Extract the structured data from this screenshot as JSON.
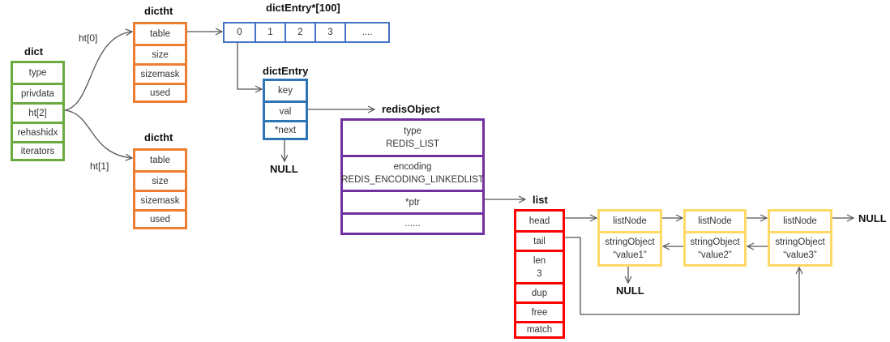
{
  "dict": {
    "title": "dict",
    "fields": [
      "type",
      "privdata",
      "ht[2]",
      "rehashidx",
      "iterators"
    ],
    "color": "#6aaa3f"
  },
  "ht_labels": {
    "ht0": "ht[0]",
    "ht1": "ht[1]"
  },
  "dictht0": {
    "title": "dictht",
    "fields": [
      "table",
      "size",
      "sizemask",
      "used"
    ],
    "color": "#ed7d31"
  },
  "dictht1": {
    "title": "dictht",
    "fields": [
      "table",
      "size",
      "sizemask",
      "used"
    ],
    "color": "#ed7d31"
  },
  "entry_array": {
    "title": "dictEntry*[100]",
    "cells": [
      "0",
      "1",
      "2",
      "3",
      "...."
    ],
    "color": "#4472c4"
  },
  "dict_entry": {
    "title": "dictEntry",
    "fields": [
      "key",
      "val",
      "*next"
    ],
    "next_target": "NULL",
    "color": "#2e75b6"
  },
  "redis_object": {
    "title": "redisObject",
    "fields": [
      {
        "line1": "type",
        "line2": "REDIS_LIST"
      },
      {
        "line1": "encoding",
        "line2": "REDIS_ENCODING_LINKEDLIST"
      },
      {
        "line1": "*ptr",
        "line2": ""
      },
      {
        "line1": "......",
        "line2": ""
      }
    ],
    "color": "#7030a0"
  },
  "list": {
    "title": "list",
    "fields": [
      {
        "line1": "head",
        "line2": ""
      },
      {
        "line1": "tail",
        "line2": ""
      },
      {
        "line1": "len",
        "line2": "3"
      },
      {
        "line1": "dup",
        "line2": ""
      },
      {
        "line1": "free",
        "line2": ""
      },
      {
        "line1": "match",
        "line2": ""
      }
    ],
    "color": "#ff0000"
  },
  "list_nodes": [
    {
      "title": "listNode",
      "value_type": "stringObject",
      "value": "“value1”"
    },
    {
      "title": "listNode",
      "value_type": "stringObject",
      "value": "“value2”"
    },
    {
      "title": "listNode",
      "value_type": "stringObject",
      "value": "“value3”"
    }
  ],
  "list_node_color": "#ffd966",
  "null_labels": {
    "entry_next": "NULL",
    "node1_prev": "NULL",
    "node3_next": "NULL"
  },
  "connector_color": "#555555"
}
